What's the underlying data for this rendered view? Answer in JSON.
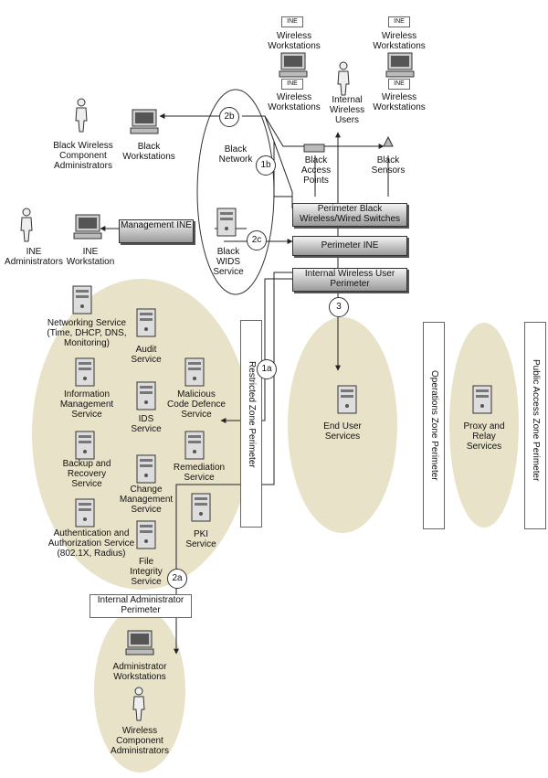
{
  "zones": {
    "restricted": "Restricted Zone Perimeter",
    "operations": "Operations Zone Perimeter",
    "public_access": "Public Access Zone Perimeter",
    "internal_admin": "Internal Administrator\nPerimeter"
  },
  "black_network": {
    "label": "Black\nNetwork",
    "wids_label": "Black\nWIDS\nService"
  },
  "devices": {
    "wireless_ws_1": "Wireless\nWorkstations",
    "wireless_ws_2": "Wireless\nWorkstations",
    "wireless_ws_3": "Wireless\nWorkstations",
    "wireless_ws_4": "Wireless\nWorkstations",
    "internal_users": "Internal\nWireless\nUsers",
    "black_access_points": "Black\nAccess\nPoints",
    "black_sensors": "Black\nSensors",
    "black_workstations": "Black\nWorkstations",
    "black_admins": "Black Wireless\nComponent\nAdministrators",
    "ine_admins": "INE\nAdministrators",
    "ine_workstation": "INE\nWorkstation",
    "ine_tag": "INE"
  },
  "boxes": {
    "management_ine": "Management\nINE",
    "perimeter_black": "Perimeter Black\nWireless/Wired Switches",
    "perimeter_ine": "Perimeter INE",
    "internal_wireless": "Internal Wireless User\nPerimeter"
  },
  "services": {
    "networking": "Networking Service\n(Time, DHCP, DNS,\nMonitoring)",
    "audit": "Audit\nService",
    "info_mgmt": "Information\nManagement\nService",
    "malicious": "Malicious\nCode Defence\nService",
    "ids": "IDS\nService",
    "backup": "Backup and\nRecovery\nService",
    "remediation": "Remediation\nService",
    "change_mgmt": "Change\nManagement\nService",
    "auth": "Authentication and\nAuthorization Service\n(802.1X, Radius)",
    "pki": "PKI\nService",
    "file_integrity": "File\nIntegrity\nService",
    "end_user": "End User\nServices",
    "proxy": "Proxy and\nRelay\nServices",
    "admin_ws": "Administrator\nWorkstations",
    "wireless_admins": "Wireless\nComponent\nAdministrators"
  },
  "markers": {
    "m1a": "1a",
    "m1b": "1b",
    "m2a": "2a",
    "m2b": "2b",
    "m2c": "2c",
    "m3": "3"
  },
  "colors": {
    "zone_fill": "#e8e2c8",
    "box_top": "#f3f3f3",
    "box_bottom": "#9a9a9a",
    "line": "#222222"
  }
}
